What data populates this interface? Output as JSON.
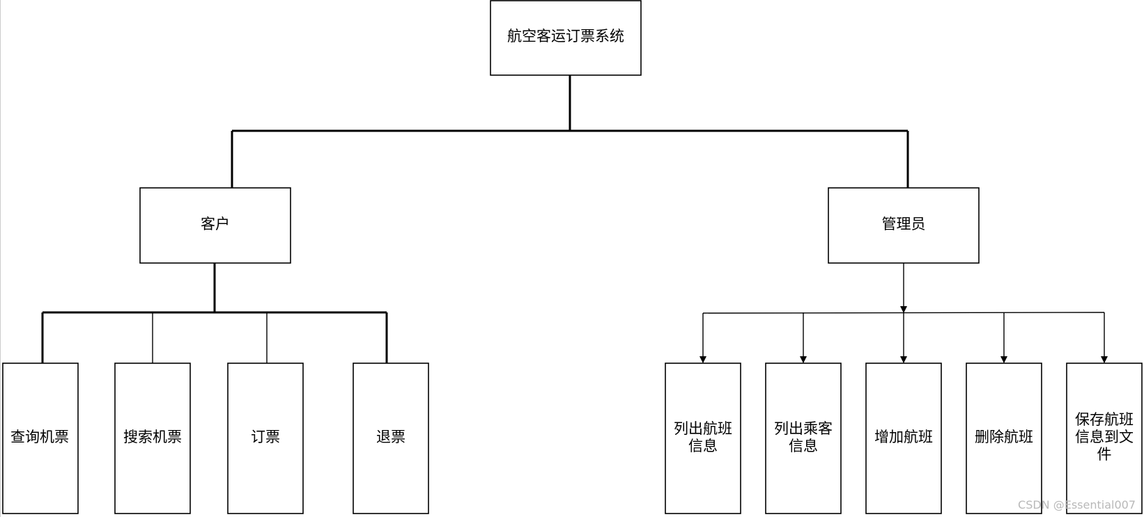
{
  "diagram": {
    "root": "航空客运订票系统",
    "customer": {
      "label": "客户",
      "children": [
        "查询机票",
        "搜索机票",
        "订票",
        "退票"
      ]
    },
    "admin": {
      "label": "管理员",
      "children": [
        [
          "列出航班",
          "信息"
        ],
        [
          "列出乘客",
          "信息"
        ],
        [
          "增加航班"
        ],
        [
          "删除航班"
        ],
        [
          "保存航班",
          "信息到文",
          "件"
        ]
      ]
    }
  },
  "watermark": "CSDN @Essential007"
}
